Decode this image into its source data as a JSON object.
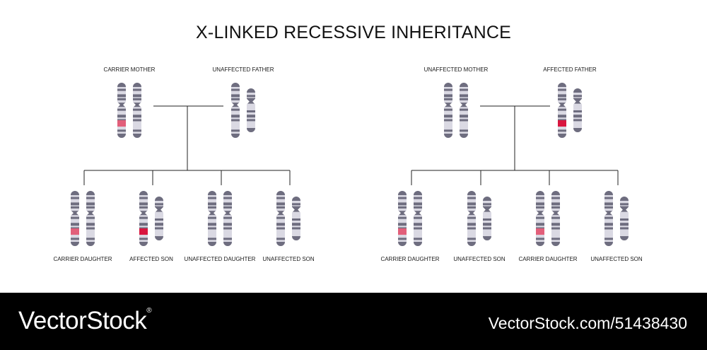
{
  "title": "X-LINKED RECESSIVE INHERITANCE",
  "colors": {
    "chromosome_light": "#dad9e3",
    "chromosome_band": "#6e6d7f",
    "recessive_carrier": "#e25f7a",
    "recessive_affected": "#d9163f",
    "line": "#222222"
  },
  "panels": [
    {
      "parents": [
        {
          "label": "CARRIER MOTHER",
          "chromosomes": [
            {
              "type": "X",
              "mark": "carrier"
            },
            {
              "type": "X",
              "mark": "none"
            }
          ]
        },
        {
          "label": "UNAFFECTED FATHER",
          "chromosomes": [
            {
              "type": "X",
              "mark": "none"
            },
            {
              "type": "Y",
              "mark": "none"
            }
          ]
        }
      ],
      "children": [
        {
          "label": "CARRIER DAUGHTER",
          "chromosomes": [
            {
              "type": "X",
              "mark": "carrier"
            },
            {
              "type": "X",
              "mark": "none"
            }
          ]
        },
        {
          "label": "AFFECTED SON",
          "chromosomes": [
            {
              "type": "X",
              "mark": "affected"
            },
            {
              "type": "Y",
              "mark": "none"
            }
          ]
        },
        {
          "label": "UNAFFECTED DAUGHTER",
          "chromosomes": [
            {
              "type": "X",
              "mark": "none"
            },
            {
              "type": "X",
              "mark": "none"
            }
          ]
        },
        {
          "label": "UNAFFECTED SON",
          "chromosomes": [
            {
              "type": "X",
              "mark": "none"
            },
            {
              "type": "Y",
              "mark": "none"
            }
          ]
        }
      ]
    },
    {
      "parents": [
        {
          "label": "UNAFFECTED MOTHER",
          "chromosomes": [
            {
              "type": "X",
              "mark": "none"
            },
            {
              "type": "X",
              "mark": "none"
            }
          ]
        },
        {
          "label": "AFFECTED FATHER",
          "chromosomes": [
            {
              "type": "X",
              "mark": "affected"
            },
            {
              "type": "Y",
              "mark": "none"
            }
          ]
        }
      ],
      "children": [
        {
          "label": "CARRIER DAUGHTER",
          "chromosomes": [
            {
              "type": "X",
              "mark": "carrier"
            },
            {
              "type": "X",
              "mark": "none"
            }
          ]
        },
        {
          "label": "UNAFFECTED SON",
          "chromosomes": [
            {
              "type": "X",
              "mark": "none"
            },
            {
              "type": "Y",
              "mark": "none"
            }
          ]
        },
        {
          "label": "CARRIER DAUGHTER",
          "chromosomes": [
            {
              "type": "X",
              "mark": "carrier"
            },
            {
              "type": "X",
              "mark": "none"
            }
          ]
        },
        {
          "label": "UNAFFECTED SON",
          "chromosomes": [
            {
              "type": "X",
              "mark": "none"
            },
            {
              "type": "Y",
              "mark": "none"
            }
          ]
        }
      ]
    }
  ],
  "footer": {
    "brand": "VectorStock",
    "credit": "VectorStock.com/51438430",
    "brand_trademark_icon": "registered-mark-icon"
  }
}
